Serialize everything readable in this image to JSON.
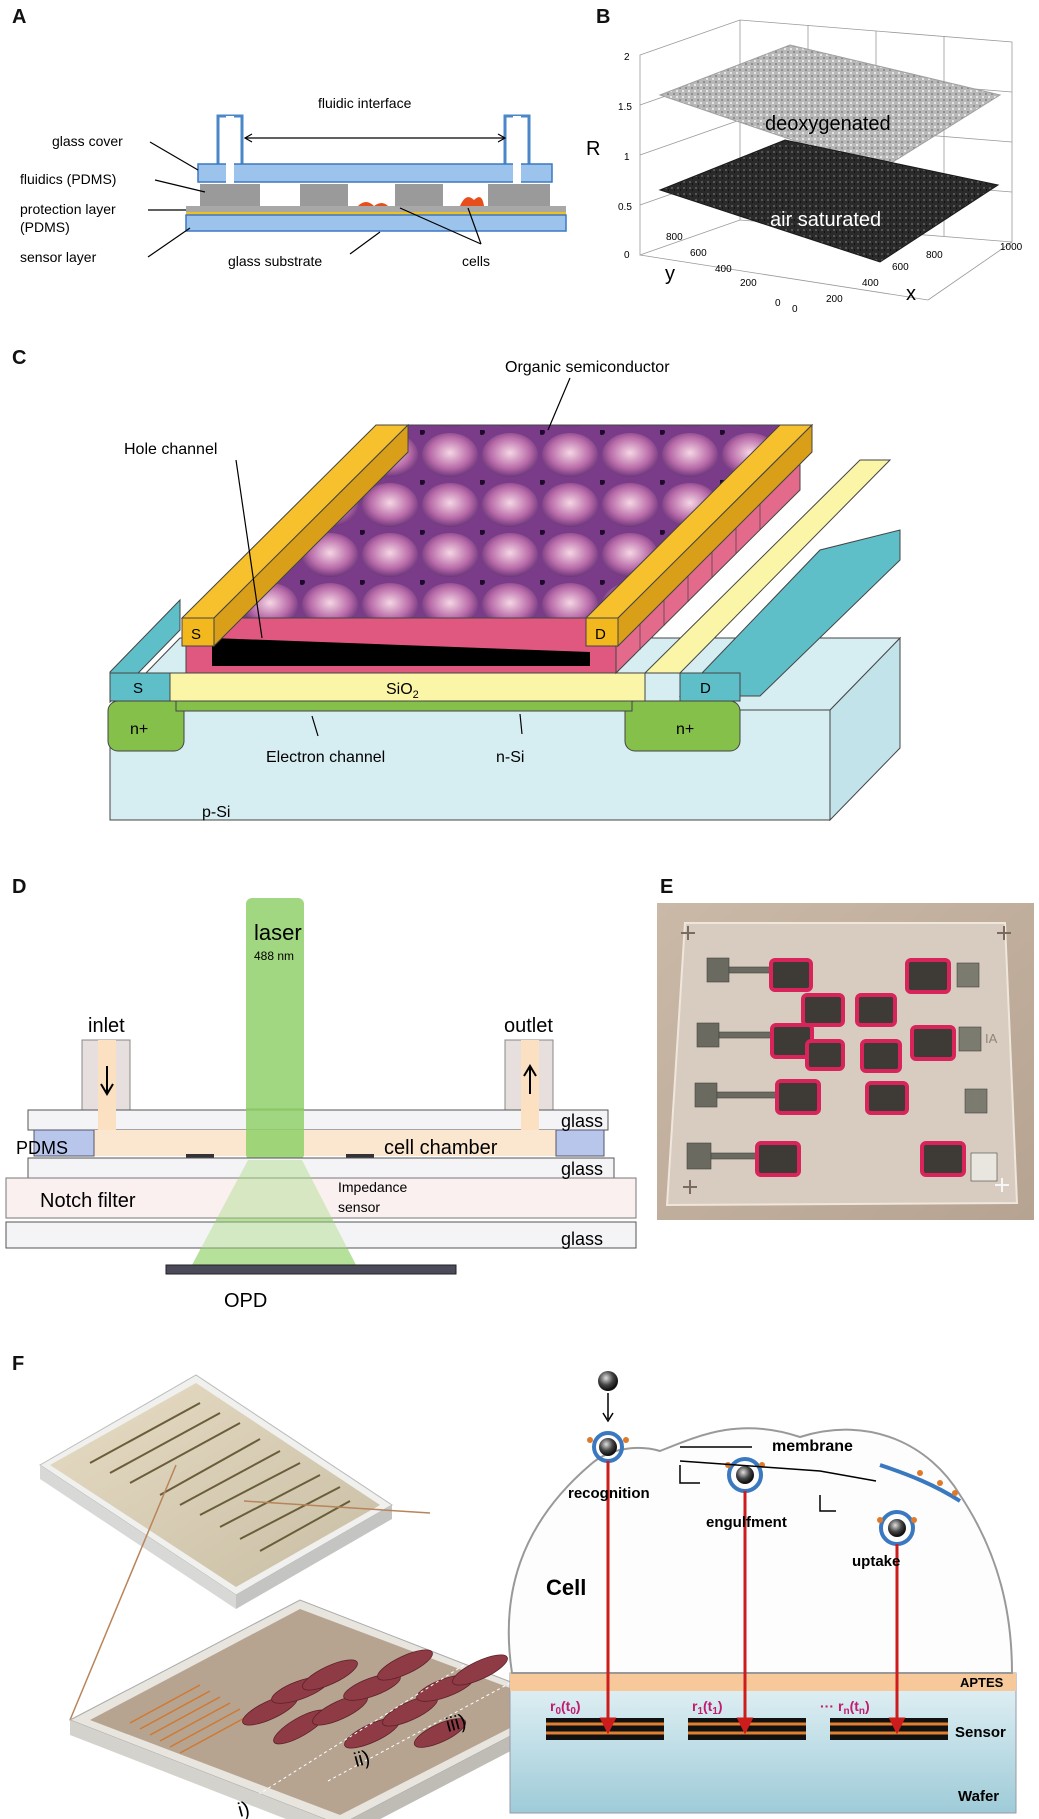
{
  "panels": {
    "A": {
      "letter": "A",
      "labels": {
        "fluidic_interface": "fluidic interface",
        "glass_cover": "glass cover",
        "fluidics": "fluidics (PDMS)",
        "protection1": "protection layer",
        "protection2": "(PDMS)",
        "sensor_layer": "sensor layer",
        "glass_substrate": "glass substrate",
        "cells": "cells"
      }
    },
    "B": {
      "letter": "B",
      "axis_r": "R",
      "axis_x": "x",
      "axis_y": "y",
      "z_ticks": [
        "2",
        "1.5",
        "1",
        "0.5",
        "0"
      ],
      "x_ticks": [
        "0",
        "200",
        "400",
        "600",
        "800",
        "1000"
      ],
      "y_ticks": [
        "0",
        "200",
        "400",
        "600",
        "800"
      ],
      "surface_top": "deoxygenated",
      "surface_bottom": "air saturated"
    },
    "C": {
      "letter": "C",
      "labels": {
        "organic": "Organic semiconductor",
        "hole_channel": "Hole channel",
        "s_top": "S",
        "d_top": "D",
        "s_bottom": "S",
        "d_bottom": "D",
        "sio2": "SiO",
        "sio2_sub": "2",
        "n_plus_left": "n+",
        "n_plus_right": "n+",
        "electron_channel": "Electron channel",
        "n_si": "n-Si",
        "p_si": "p-Si"
      }
    },
    "D": {
      "letter": "D",
      "labels": {
        "laser": "laser",
        "wavelength": "488 nm",
        "inlet": "inlet",
        "outlet": "outlet",
        "glass1": "glass",
        "glass2": "glass",
        "glass3": "glass",
        "pdms": "PDMS",
        "cell_chamber": "cell chamber",
        "impedance1": "Impedance",
        "impedance2": "sensor",
        "notch": "Notch filter",
        "opd": "OPD"
      }
    },
    "E": {
      "letter": "E",
      "label": "IA"
    },
    "F": {
      "letter": "F",
      "labels": {
        "membrane": "membrane",
        "recognition": "recognition",
        "engulfment": "engulfment",
        "uptake": "uptake",
        "cell": "Cell",
        "aptes": "APTES",
        "sensor": "Sensor",
        "wafer": "Wafer",
        "r0": "r",
        "r0_sub": "0",
        "r0_t": "(t",
        "r0_tsub": "0",
        "r1": "r",
        "r1_sub": "1",
        "r1_t": "(t",
        "r1_tsub": "1",
        "rn_dots": "···",
        "rn": "r",
        "rn_sub": "n",
        "rn_t": "(t",
        "rn_tsub": "n",
        "region_i": "i)",
        "region_ii": "ii)",
        "region_iii": "iii)"
      }
    }
  }
}
